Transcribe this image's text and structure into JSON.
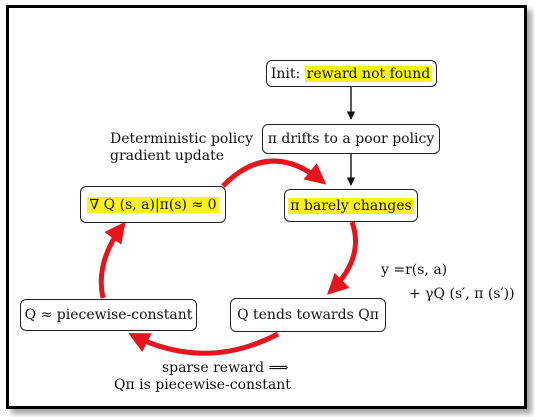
{
  "nodes": {
    "init": {
      "prefix": "Init: ",
      "highlight": "reward not found"
    },
    "drift": {
      "text": "π drifts to a poor policy"
    },
    "barely": {
      "text": "π barely changes"
    },
    "grad": {
      "text": "∇ Q (s, a)|π(s) ≈ 0"
    },
    "piecewise": {
      "text": "Q ≈ piecewise-constant"
    },
    "towards": {
      "text": "Q tends towards Qπ"
    }
  },
  "labels": {
    "dpg_line1": "Deterministic policy",
    "dpg_line2": "gradient update",
    "target_line1": "y =r(s, a)",
    "target_line2": "+ γQ (s′, π (s′))",
    "sparse_line1": "sparse reward ⟹",
    "sparse_line2": "Qπ is piecewise-constant"
  },
  "colors": {
    "highlight": "#fbf21a",
    "cycle_arrow": "#e8141b",
    "border": "#222222"
  }
}
